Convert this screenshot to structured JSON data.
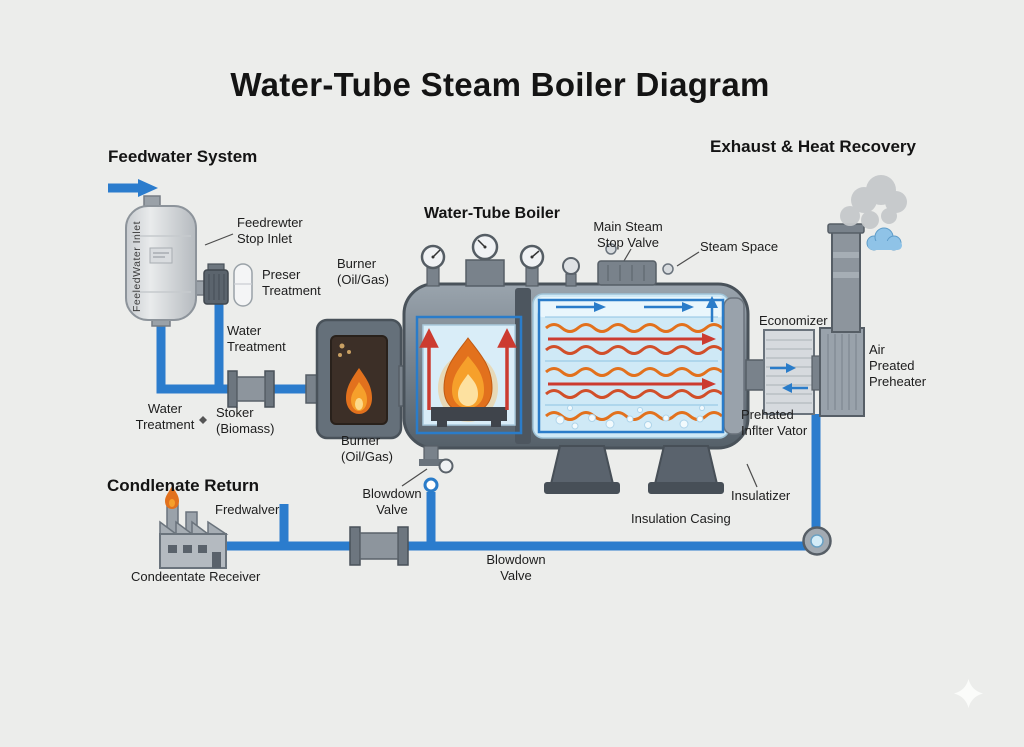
{
  "title": "Water-Tube Steam Boiler Diagram",
  "sections": {
    "feedwater_system": "Feedwater System",
    "exhaust_heat_recovery": "Exhaust & Heat Recovery",
    "water_tube_boiler": "Water-Tube Boiler",
    "condensate_return": "Condlenate Return"
  },
  "labels": {
    "feedwater_inlet_vertical": "FeeledWater Inlet",
    "feedwater_stop_inlet": "Feedrewter\nStop Inlet",
    "preser_treatment": "Preser\nTreatment",
    "water_treatment_upper": "Water\nTreatment",
    "water_treatment_lower": "Water\nTreatment",
    "stoker_biomass": "Stoker\n(Biomass)",
    "burner_top": "Burner\n(Oil/Gas)",
    "burner_bottom": "Burner\n(Oil/Gas)",
    "main_steam_stop_valve": "Main Steam\nStop Valve",
    "steam_space": "Steam Space",
    "economizer": "Economizer",
    "air_preheater": "Air\nPreated\nPreheater",
    "preheated_inlet": "Prehated\nInflter Vator",
    "insulatizer": "Insulatizer",
    "insulation_casing": "Insulation Casing",
    "blowdown_valve_top": "Blowdown\nValve",
    "blowdown_valve_bottom": "Blowdown\nValve",
    "fredwalver": "Fredwalver",
    "condensate_receiver": "Condeentate Receiver"
  },
  "icons": {
    "flame": "flame-icon",
    "smoke": "smoke-icon",
    "cloud": "cloud-icon",
    "gauge": "pressure-gauge-icon",
    "factory": "factory-icon",
    "pump": "pump-icon",
    "sparkle": "sparkle-icon"
  },
  "colors": {
    "background": "#ecedeb",
    "pipe_blue": "#2b7ccd",
    "outline_blue": "#2a7cc9",
    "arrow_red": "#cc3b30",
    "tube_orange": "#e2711d",
    "flame_yellow": "#f6a02b",
    "water_light_blue": "#cfe9f6",
    "metal_gray": "#78828c",
    "text_dark": "#1d1d1d"
  }
}
